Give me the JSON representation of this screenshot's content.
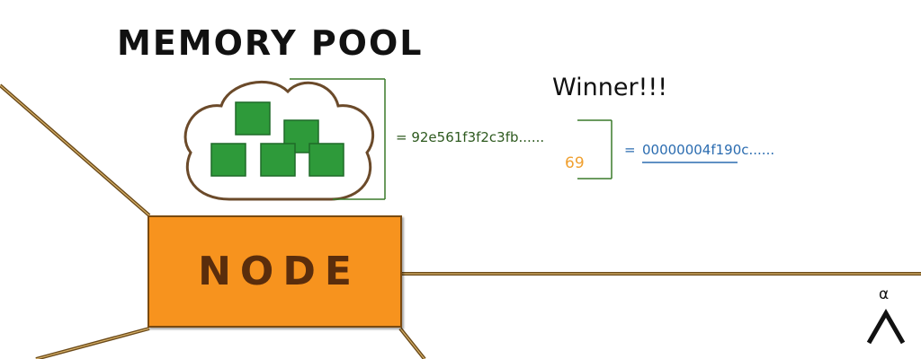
{
  "diagram": {
    "title": "MEMORY POOL",
    "winner": "Winner!!!",
    "block_hash": "= 92e561f3f2c3fb......",
    "nonce": "69",
    "result_prefix": "=",
    "result_hash": "00000004f190c......",
    "node_label": "NODE",
    "logo_symbol": "α",
    "transaction_count": 5
  },
  "colors": {
    "node_fill": "#f7931e",
    "node_text": "#5a2d0c",
    "transaction_block": "#2e9a3a",
    "cloud_outline": "#6b4a2a",
    "bracket_green": "#3a7a2a",
    "hash_text": "#2e5a1f",
    "nonce_text": "#f0a030",
    "result_text": "#2b6cb0",
    "network_line": "#6b4a1a"
  },
  "icons": {
    "cloud": "cloud-icon",
    "transaction": "transaction-block-icon",
    "logo": "lambda-logo-icon"
  }
}
